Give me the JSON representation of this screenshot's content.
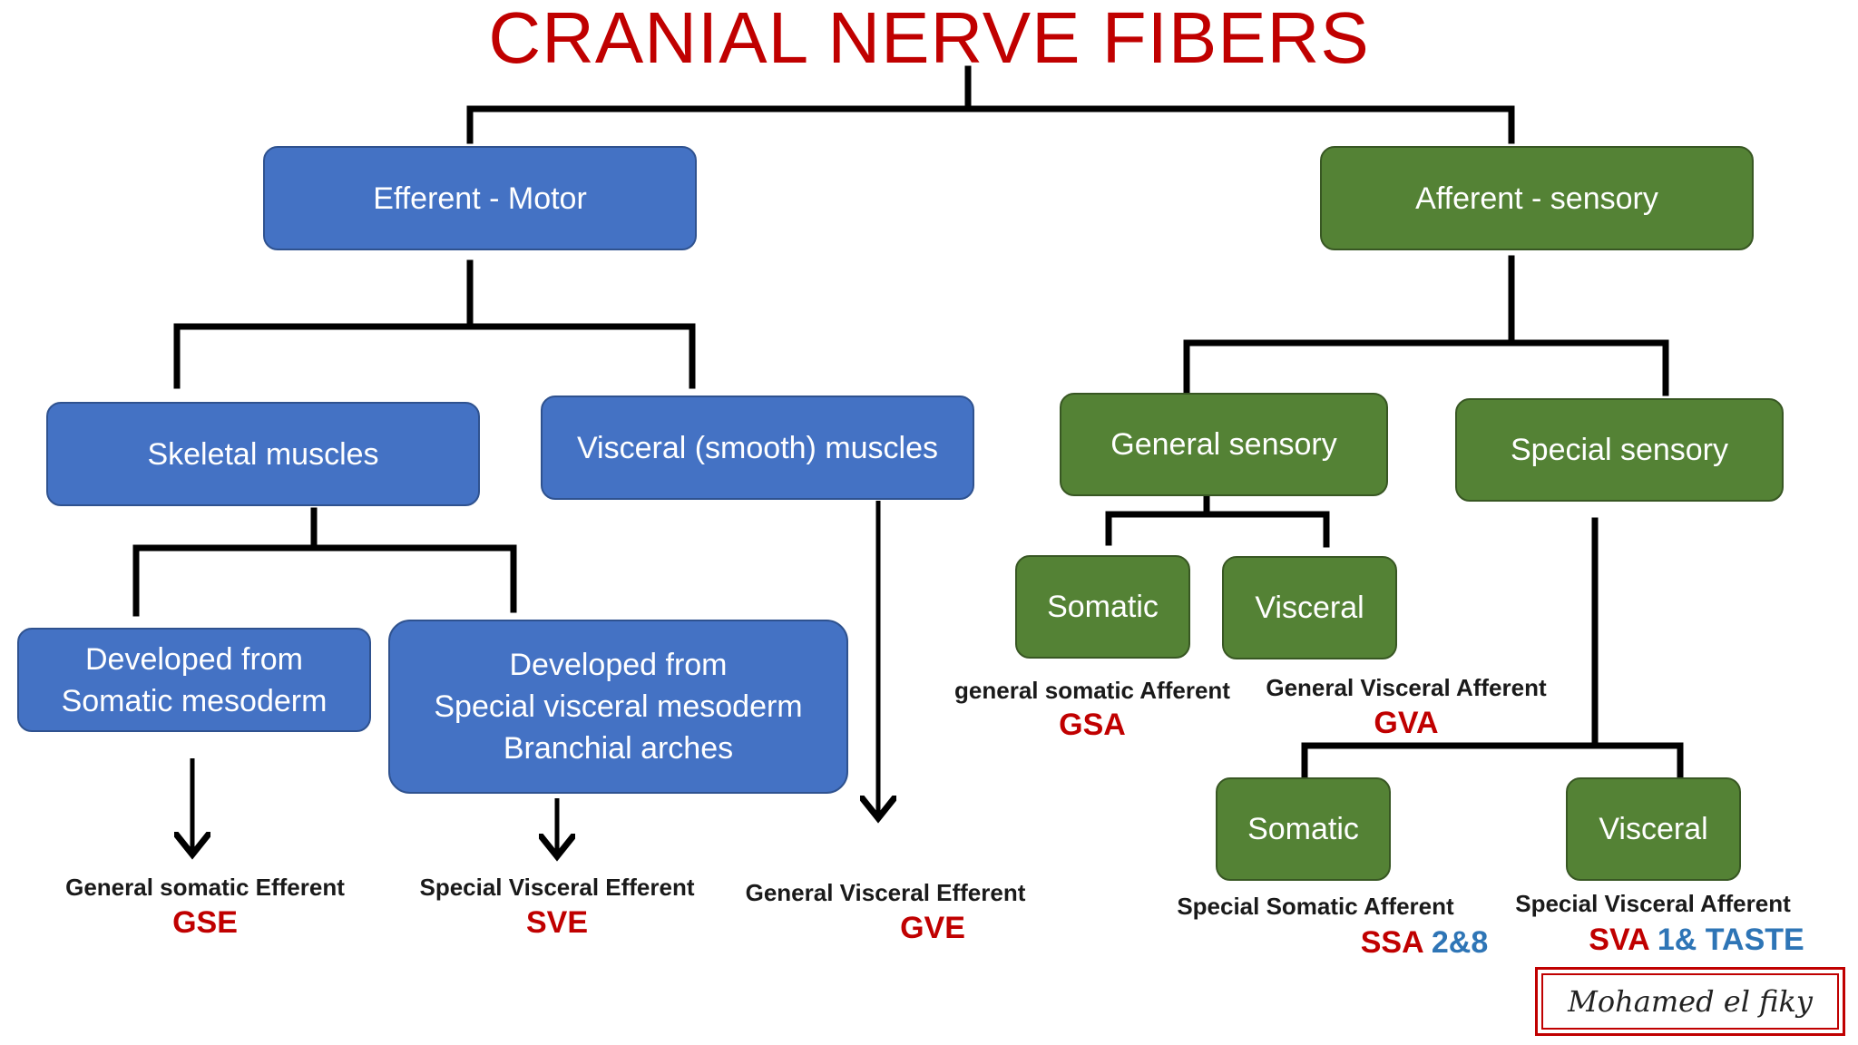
{
  "title": "CRANIAL NERVE FIBERS",
  "nodes": {
    "efferent": "Efferent - Motor",
    "afferent": "Afferent - sensory",
    "skeletal": "Skeletal muscles",
    "visceral_smooth": "Visceral (smooth) muscles",
    "general_sensory": "General sensory",
    "special_sensory": "Special  sensory",
    "somatic_mesoderm": [
      "Developed from",
      "Somatic mesoderm"
    ],
    "special_visceral_mesoderm": [
      "Developed from",
      "Special visceral mesoderm",
      "Branchial arches"
    ],
    "gs_somatic": "Somatic",
    "gs_visceral": "Visceral",
    "ss_somatic": "Somatic",
    "ss_visceral": "Visceral"
  },
  "labels": {
    "gse": {
      "name": "General somatic Efferent",
      "code": "GSE"
    },
    "sve": {
      "name": "Special Visceral Efferent",
      "code": "SVE"
    },
    "gve": {
      "name": "General Visceral Efferent",
      "code": "GVE"
    },
    "gsa": {
      "name": "general somatic Afferent",
      "code": "GSA"
    },
    "gva": {
      "name": "General  Visceral Afferent",
      "code": "GVA"
    },
    "ssa": {
      "name": "Special Somatic  Afferent",
      "code": "SSA",
      "extra": "2&8"
    },
    "sva": {
      "name": "Special  Visceral Afferent",
      "code": "SVA",
      "extra": "1& TASTE"
    }
  },
  "signature": "Mohamed el fiky",
  "colors": {
    "title": "#C00000",
    "motor_box": "#4472C4",
    "sensory_box": "#548235",
    "code_red": "#C00000",
    "code_blue": "#2E75B6"
  }
}
